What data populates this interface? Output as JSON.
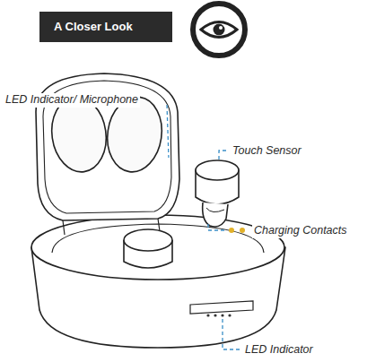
{
  "diagram": {
    "title": "A Closer Look",
    "labels": [
      "LED Indicator/ Microphone",
      "Touch Sensor",
      "Charging Contacts",
      "LED Indicator"
    ]
  }
}
